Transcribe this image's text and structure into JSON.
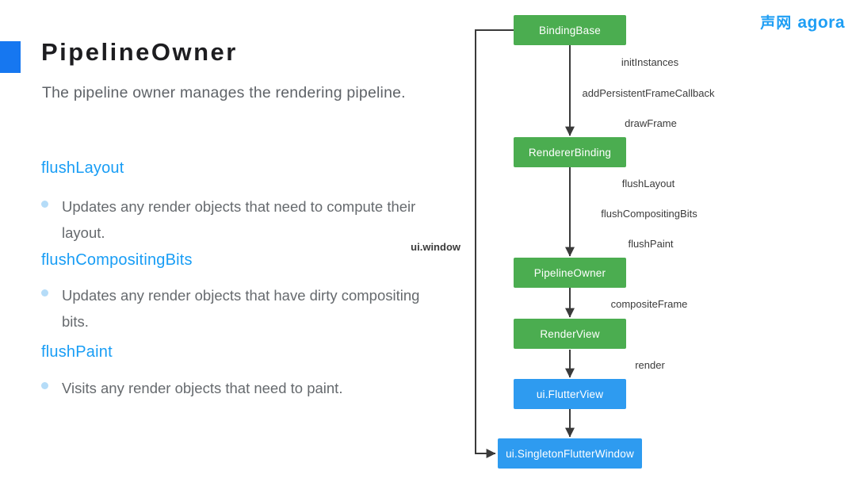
{
  "slide": {
    "title": "PipelineOwner",
    "subtitle": "The pipeline owner manages the rendering pipeline.",
    "sections": [
      {
        "heading": "flushLayout",
        "bullet": "Updates any render objects that need to compute their layout."
      },
      {
        "heading": "flushCompositingBits",
        "bullet": "Updates any render objects that have dirty compositing bits."
      },
      {
        "heading": "flushPaint",
        "bullet": "Visits any render objects that need to paint."
      }
    ]
  },
  "logo": {
    "cn": "声网",
    "en": "agora"
  },
  "diagram": {
    "nodes": [
      {
        "label": "BindingBase",
        "color": "green"
      },
      {
        "label": "RendererBinding",
        "color": "green"
      },
      {
        "label": "PipelineOwner",
        "color": "green"
      },
      {
        "label": "RenderView",
        "color": "green"
      },
      {
        "label": "ui.FlutterView",
        "color": "blue"
      },
      {
        "label": "ui.SingletonFlutterWindow",
        "color": "blue"
      }
    ],
    "edge_labels": [
      "initInstances",
      "addPersistentFrameCallback",
      "drawFrame",
      "flushLayout",
      "flushCompositingBits",
      "flushPaint",
      "compositeFrame",
      "render"
    ],
    "side_label": "ui.window"
  },
  "colors": {
    "accent_blue": "#1677f0",
    "heading_blue": "#189df5",
    "node_green": "#4bad50",
    "node_blue": "#2e9bf0",
    "logo_blue": "#1e9ef4",
    "arrow": "#3a3a3a"
  }
}
